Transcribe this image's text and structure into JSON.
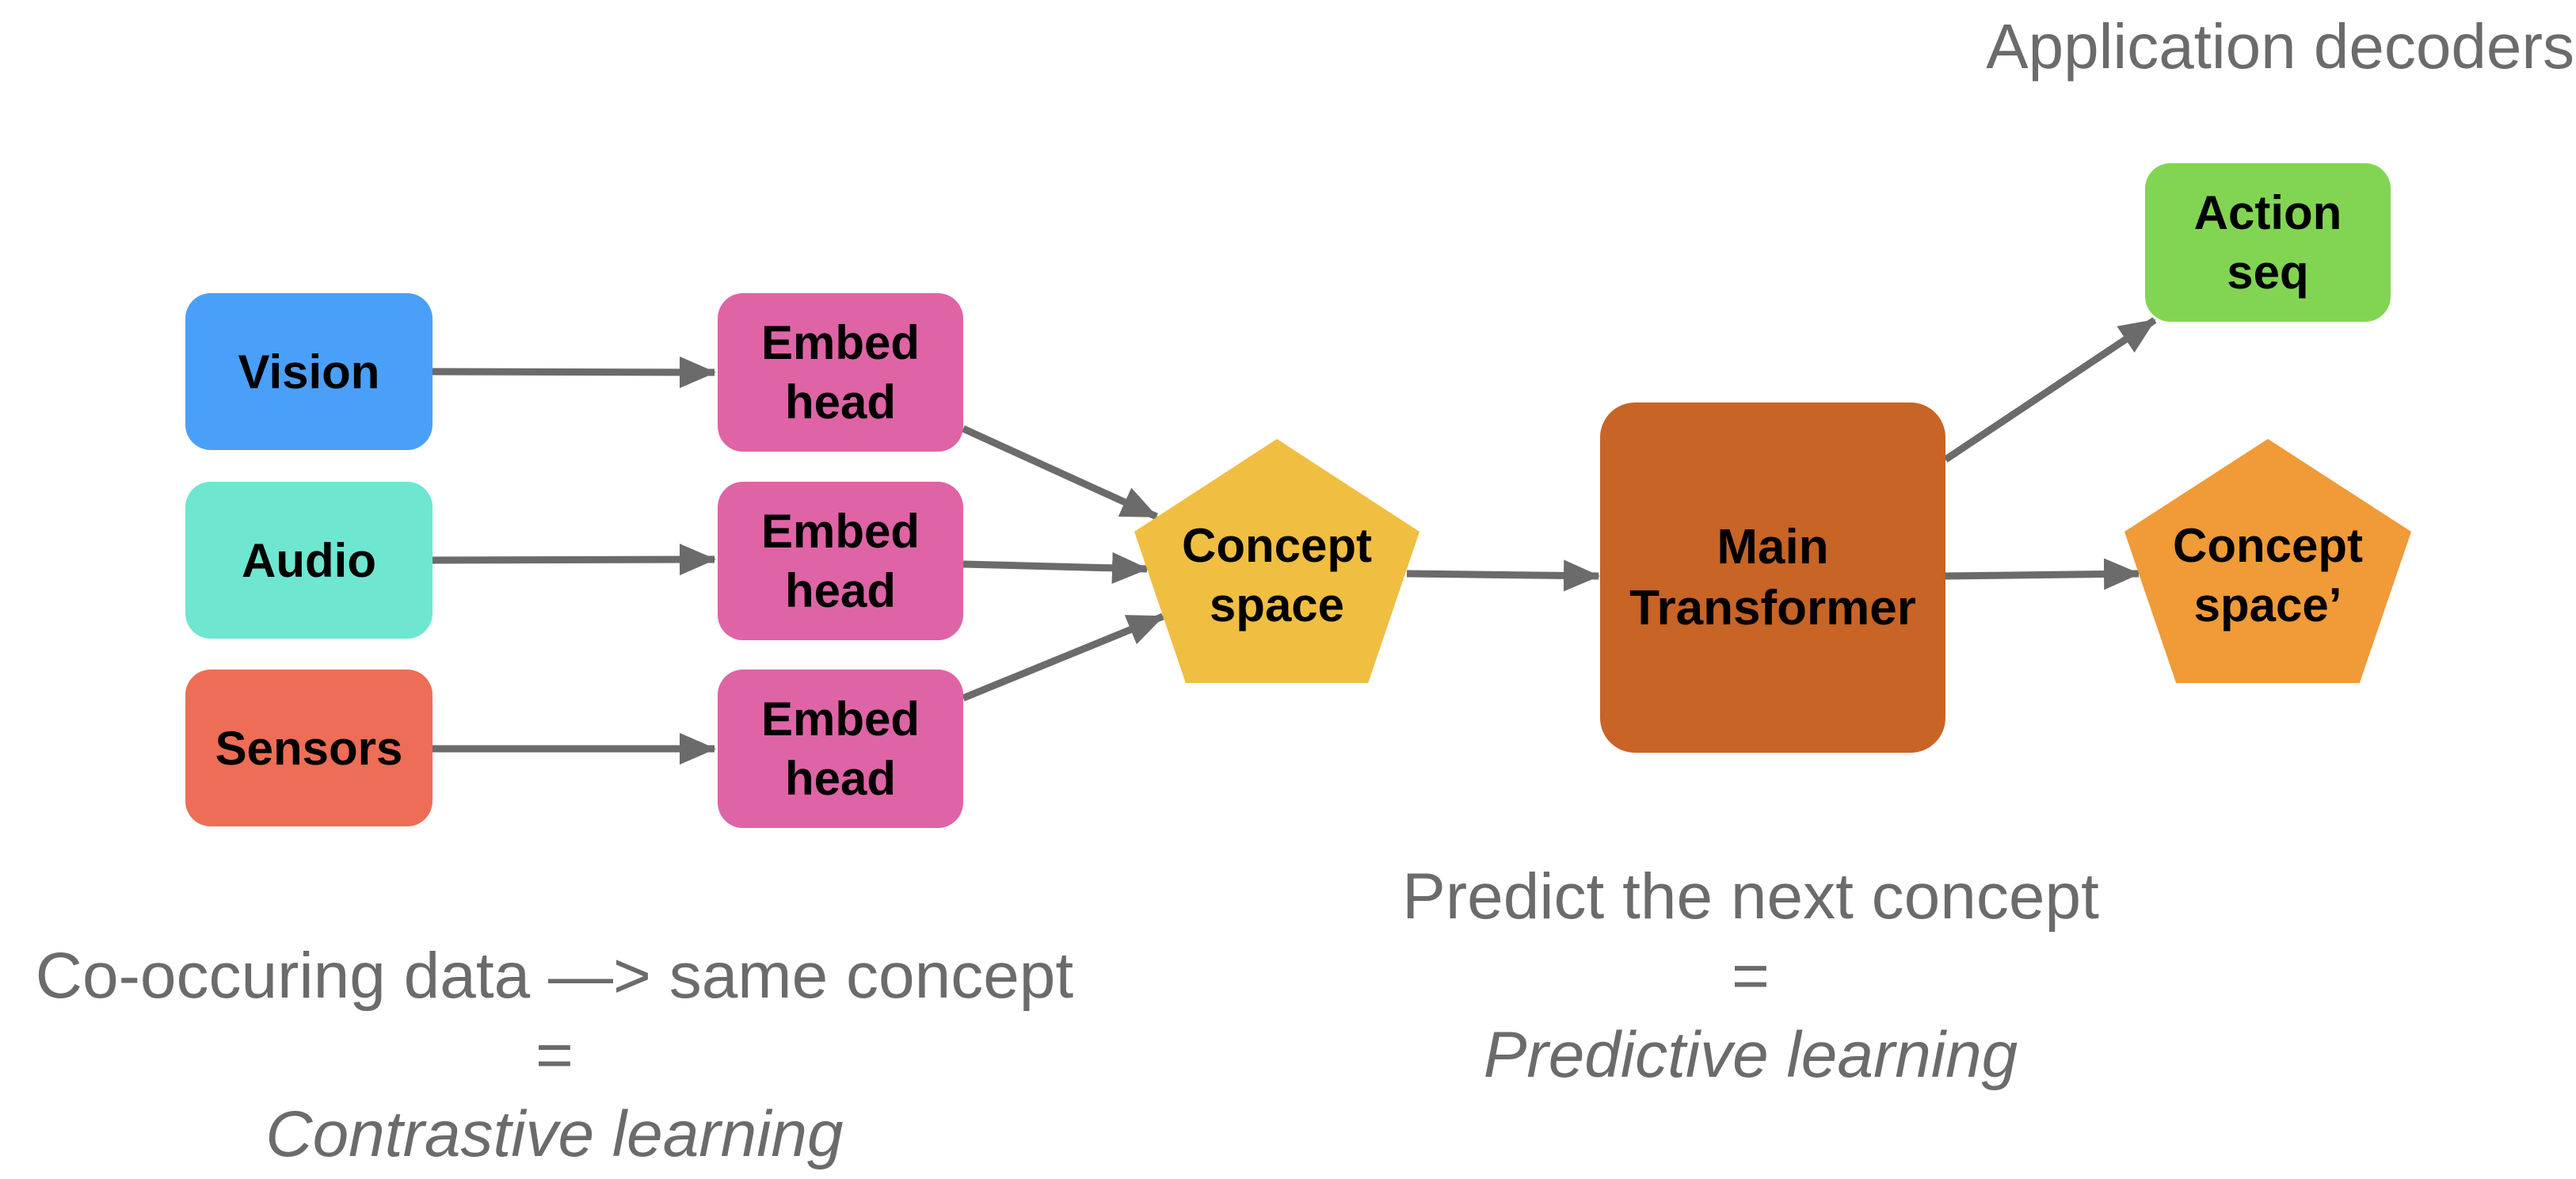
{
  "header": {
    "title": "Application decoders"
  },
  "colors": {
    "vision": "#4aa0f8",
    "audio": "#6ee6d0",
    "sensors": "#ee6d57",
    "embed": "#de64a6",
    "concept": "#f0be41",
    "transformer": "#c76426",
    "action": "#82d552",
    "concept_prime": "#f09a38",
    "arrow": "#6b6b6b",
    "caption": "#6b6b6b"
  },
  "nodes": {
    "vision": "Vision",
    "audio": "Audio",
    "sensors": "Sensors",
    "embed_1": "Embed\nhead",
    "embed_2": "Embed\nhead",
    "embed_3": "Embed\nhead",
    "concept": "Concept\nspace",
    "transformer": "Main\nTransformer",
    "action": "Action\nseq",
    "concept_prime": "Concept\nspace’"
  },
  "captions": {
    "contrastive": {
      "line1": "Co-occuring data —> same concept",
      "line2": "=",
      "line3": "Contrastive learning"
    },
    "predictive": {
      "line1": "Predict the next concept",
      "line2": "=",
      "line3": "Predictive learning"
    }
  }
}
